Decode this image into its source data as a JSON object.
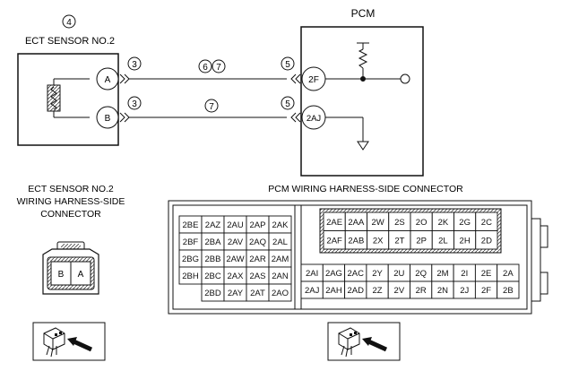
{
  "wiring": {
    "circled_4": "4",
    "sensor_title": "ECT SENSOR NO.2",
    "pcm_title": "PCM",
    "pin_a": "A",
    "pin_b": "B",
    "pin_2f": "2F",
    "pin_2aj": "2AJ",
    "circled_3a": "3",
    "circled_3b": "3",
    "circled_5a": "5",
    "circled_5b": "5",
    "circled_6": "6",
    "circled_7a": "7",
    "circled_7b": "7"
  },
  "sensor_connector": {
    "caption_line1": "ECT SENSOR NO.2",
    "caption_line2": "WIRING HARNESS-SIDE",
    "caption_line3": "CONNECTOR",
    "pins": [
      "B",
      "A"
    ]
  },
  "pcm_connector": {
    "caption": "PCM WIRING HARNESS-SIDE CONNECTOR",
    "left_block": [
      [
        "2BE",
        "2AZ",
        "2AU",
        "2AP",
        "2AK"
      ],
      [
        "2BF",
        "2BA",
        "2AV",
        "2AQ",
        "2AL"
      ],
      [
        "2BG",
        "2BB",
        "2AW",
        "2AR",
        "2AM"
      ],
      [
        "2BH",
        "2BC",
        "2AX",
        "2AS",
        "2AN"
      ],
      [
        "",
        "2BD",
        "2AY",
        "2AT",
        "2AO"
      ]
    ],
    "right_top": [
      [
        "2AE",
        "2AA",
        "2W",
        "2S",
        "2O",
        "2K",
        "2G",
        "2C"
      ],
      [
        "2AF",
        "2AB",
        "2X",
        "2T",
        "2P",
        "2L",
        "2H",
        "2D"
      ]
    ],
    "right_bottom": [
      [
        "2AI",
        "2AG",
        "2AC",
        "2Y",
        "2U",
        "2Q",
        "2M",
        "2I",
        "2E",
        "2A"
      ],
      [
        "2AJ",
        "2AH",
        "2AD",
        "2Z",
        "2V",
        "2R",
        "2N",
        "2J",
        "2F",
        "2B"
      ]
    ]
  }
}
